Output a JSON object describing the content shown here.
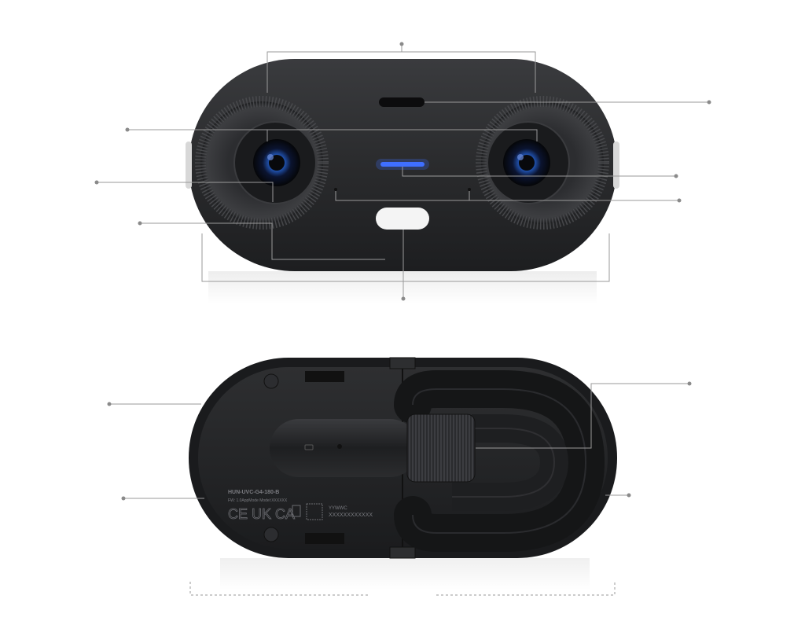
{
  "product": {
    "front_view": {
      "status_led_color": "#3f6fff",
      "body_color": "#2b2c2e",
      "lens_color": "#1f4fa8"
    },
    "back_view": {
      "body_color": "#242527",
      "label": {
        "model_line": "HUN-UVC-G4-180-B",
        "spec_line": "FW: 1.0AppMode  Model:XXXXXX",
        "cert_marks": "CE UK CA",
        "date_code": "YYWWC",
        "serial": "XXXXXXXXXXXX"
      }
    }
  },
  "colors": {
    "callout_line": "#9a9a9a",
    "callout_dot": "#8a8a8a"
  }
}
